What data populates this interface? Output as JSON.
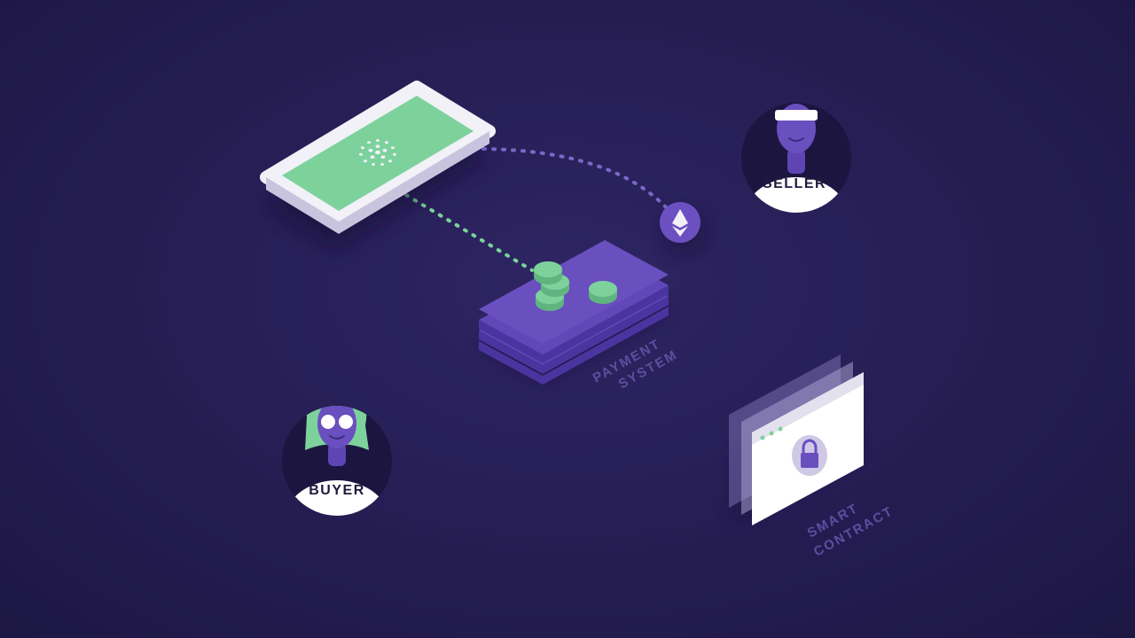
{
  "colors": {
    "background": "#251d52",
    "accent_green": "#7bd39a",
    "accent_purple": "#6a4fbf",
    "label_dark": "#1f1a3d",
    "iso_label": "#5b4fa0"
  },
  "nodes": {
    "seller": {
      "label": "SELLER"
    },
    "buyer": {
      "label": "BUYER"
    },
    "payment_system": {
      "line1": "PAYMENT",
      "line2": "SYSTEM"
    },
    "smart_contract": {
      "line1": "SMART",
      "line2": "CONTRACT"
    },
    "phone": {
      "icon": "iota-logo-icon"
    },
    "ethereum_token": {
      "icon": "ethereum-icon"
    },
    "contract_window": {
      "icon": "lock-icon"
    }
  }
}
